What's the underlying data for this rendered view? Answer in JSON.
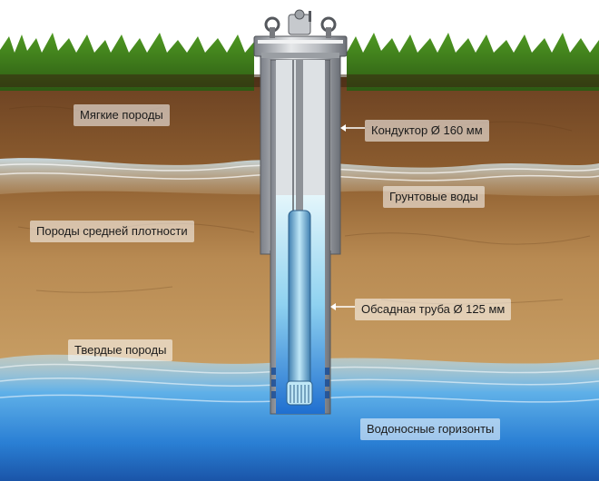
{
  "labels": {
    "soft_rock": "Мягкие породы",
    "conductor": "Кондуктор  Ø 160 мм",
    "groundwater": "Грунтовые воды",
    "medium_rock": "Породы средней плотности",
    "casing": "Обсадная труба  Ø 125 мм",
    "hard_rock": "Твердые породы",
    "aquifer": "Водоносные горизонты"
  },
  "colors": {
    "grass": "#3e7a1c",
    "soil": "#8a5a2c",
    "sand": "#c79a5c",
    "water": "#2a7fd4",
    "casing_water": "#7fd0f2"
  }
}
